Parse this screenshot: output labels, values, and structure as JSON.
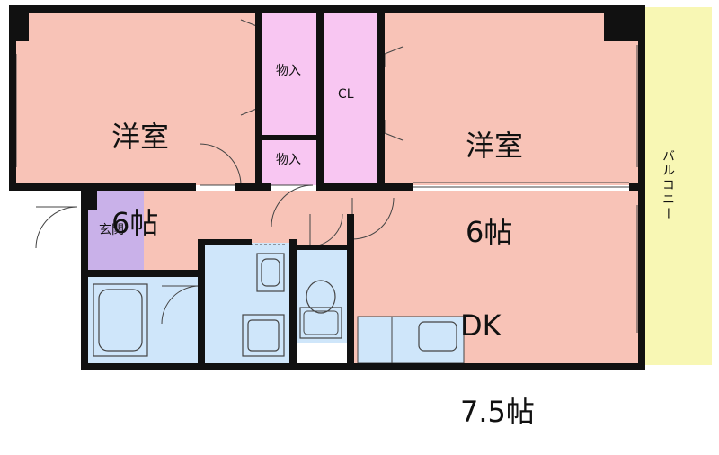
{
  "rooms": {
    "western_left": {
      "name": "洋室",
      "size": "6帖"
    },
    "western_right": {
      "name": "洋室",
      "size": "6帖"
    },
    "closet_upper": "物入",
    "closet_lower": "物入",
    "cl": "CL",
    "entrance": "玄関",
    "dk": {
      "name": "DK",
      "size": "7.5帖"
    },
    "balcony": "バルコニー"
  },
  "colors": {
    "western": "#f8c3b7",
    "closet": "#f8c6f2",
    "entrance": "#c9b1e9",
    "dk": "#f8c3b7",
    "water": "#cfe6fa",
    "balcony": "#f8f7b4",
    "wall": "#111111"
  }
}
